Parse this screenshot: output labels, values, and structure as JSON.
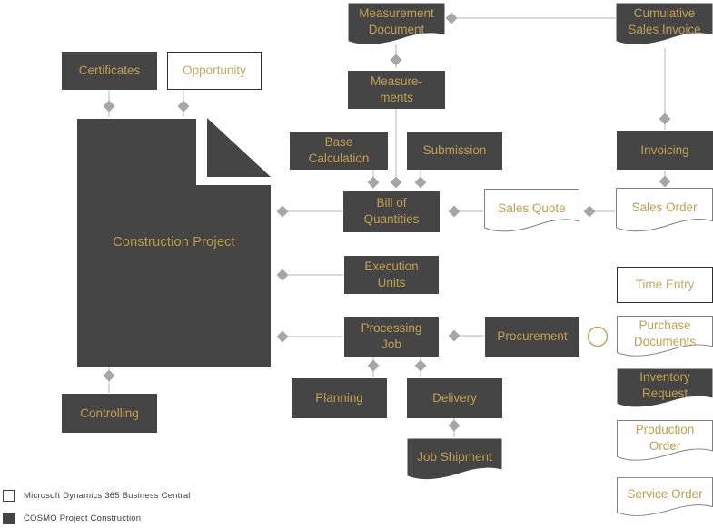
{
  "diagram": {
    "description": "Flow diagram of COSMO Project Construction with Microsoft Dynamics 365 Business Central"
  },
  "nodes": {
    "certificates": {
      "label": "Certificates",
      "system": "COSMO Project Construction"
    },
    "opportunity": {
      "label": "Opportunity",
      "system": "Microsoft Dynamics 365 Business Central"
    },
    "construction_project": {
      "label": "Construction Project",
      "system": "COSMO Project Construction"
    },
    "measurement_document": {
      "label": "Measurement\nDocument",
      "system": "COSMO Project Construction"
    },
    "cumulative_sales_invoice": {
      "label": "Cumulative\nSales Invoice",
      "system": "COSMO Project Construction"
    },
    "measurements": {
      "label": "Measure-\nments",
      "system": "COSMO Project Construction"
    },
    "base_calculation": {
      "label": "Base\nCalculation",
      "system": "COSMO Project Construction"
    },
    "submission": {
      "label": "Submission",
      "system": "COSMO Project Construction"
    },
    "bill_of_quantities": {
      "label": "Bill of\nQuantities",
      "system": "COSMO Project Construction"
    },
    "sales_quote": {
      "label": "Sales Quote",
      "system": "Microsoft Dynamics 365 Business Central"
    },
    "sales_order": {
      "label": "Sales Order",
      "system": "Microsoft Dynamics 365 Business Central"
    },
    "invoicing": {
      "label": "Invoicing",
      "system": "COSMO Project Construction"
    },
    "execution_units": {
      "label": "Execution\nUnits",
      "system": "COSMO Project Construction"
    },
    "processing_job": {
      "label": "Processing\nJob",
      "system": "COSMO Project Construction"
    },
    "procurement": {
      "label": "Procurement",
      "system": "COSMO Project Construction"
    },
    "planning": {
      "label": "Planning",
      "system": "COSMO Project Construction"
    },
    "delivery": {
      "label": "Delivery",
      "system": "COSMO Project Construction"
    },
    "job_shipment": {
      "label": "Job Shipment",
      "system": "COSMO Project Construction"
    },
    "controlling": {
      "label": "Controlling",
      "system": "COSMO Project Construction"
    },
    "time_entry": {
      "label": "Time Entry",
      "system": "Microsoft Dynamics 365 Business Central"
    },
    "purchase_documents": {
      "label": "Purchase\nDocuments",
      "system": "Microsoft Dynamics 365 Business Central"
    },
    "inventory_request": {
      "label": "Inventory\nRequest",
      "system": "COSMO Project Construction"
    },
    "production_order": {
      "label": "Production\nOrder",
      "system": "Microsoft Dynamics 365 Business Central"
    },
    "service_order": {
      "label": "Service Order",
      "system": "Microsoft Dynamics 365 Business Central"
    }
  },
  "legend": {
    "items": [
      {
        "label": "Microsoft Dynamics 365 Business Central",
        "swatch": "white"
      },
      {
        "label": "COSMO Project Construction",
        "swatch": "dark"
      }
    ]
  },
  "colors": {
    "dark_fill": "#454545",
    "gold_text": "#c2a04d",
    "connector_line": "#c3c3c3",
    "diamond": "#a6a6a6",
    "doc_border": "#7f7f7f",
    "box_border": "#2e2e2e",
    "circle_outline": "#c2a04d"
  }
}
